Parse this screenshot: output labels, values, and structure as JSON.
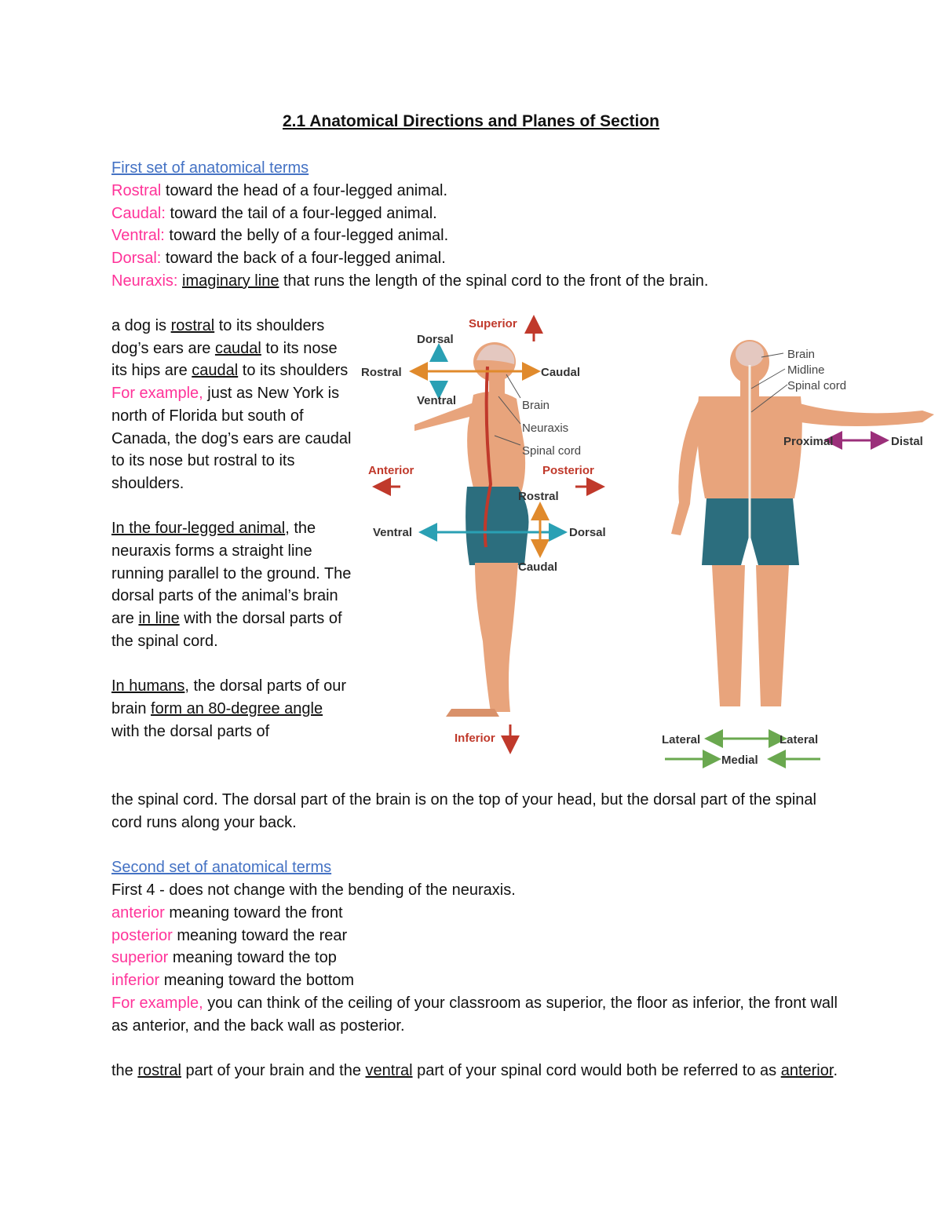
{
  "title": "2.1 Anatomical Directions and Planes of Section",
  "first_set": {
    "heading": "First set of anatomical terms",
    "terms": [
      {
        "term": "Rostral",
        "text": " toward the head of a four-legged animal."
      },
      {
        "term": "Caudal:",
        "text": " toward the tail of a four-legged animal."
      },
      {
        "term": "Ventral:",
        "text": " toward the belly of a four-legged animal."
      },
      {
        "term": "Dorsal:",
        "text": " toward the back of a four-legged animal."
      },
      {
        "term": "Neuraxis:",
        "u": "imaginary line",
        "text": " that runs the length of the spinal cord to the front of the brain."
      }
    ]
  },
  "dog_para": {
    "p1_a": "a dog is ",
    "p1_u1": "rostral",
    "p1_b": " to its shoulders dog’s ears are ",
    "p1_u2": "caudal",
    "p1_c": " to its nose its hips are ",
    "p1_u3": "caudal",
    "p1_d": " to its shoulders",
    "ex_label": "For example,",
    "ex_text": " just as New York is north of Florida but south of Canada, the dog’s ears are caudal to its nose but rostral to its shoulders."
  },
  "four_legged_para": {
    "u1": "In the four-legged animal",
    "a": ", the neuraxis forms a straight line running parallel to the ground. The dorsal parts of the animal’s brain are ",
    "u2": "in line",
    "b": " with the dorsal parts of the spinal cord."
  },
  "humans_para": {
    "u1": "In humans",
    "a": ", the dorsal parts of our brain ",
    "u2": "form an 80-degree angle",
    "b": " with the dorsal parts of",
    "cont": "the spinal cord. The dorsal part of the brain is on the top of your head, but the dorsal part of the spinal cord runs along your back."
  },
  "second_set": {
    "heading": "Second set of anatomical terms",
    "intro": "First 4 - does not change with the bending of the neuraxis.",
    "terms": [
      {
        "term": "anterior",
        "text": " meaning toward the front"
      },
      {
        "term": "posterior",
        "text": " meaning toward the rear"
      },
      {
        "term": "superior",
        "text": " meaning toward the top"
      },
      {
        "term": "inferior",
        "text": " meaning toward the bottom"
      }
    ],
    "ex_label": "For example,",
    "ex_text": " you can think of the ceiling of your classroom as superior, the floor as inferior, the front wall as anterior, and the back wall as posterior."
  },
  "last_para": {
    "a": "the ",
    "u1": "rostral",
    "b": " part of your brain and the ",
    "u2": "ventral",
    "c": " part of your spinal cord would both be referred to as ",
    "u3": "anterior",
    "d": "."
  },
  "figure": {
    "superior": "Superior",
    "dorsal_top": "Dorsal",
    "rostral_top": "Rostral",
    "caudal_top": "Caudal",
    "ventral_top": "Ventral",
    "brain_side": "Brain",
    "neuraxis_side": "Neuraxis",
    "spinal_side": "Spinal cord",
    "anterior": "Anterior",
    "posterior": "Posterior",
    "rostral_mid": "Rostral",
    "ventral_mid": "Ventral",
    "dorsal_mid": "Dorsal",
    "caudal_mid": "Caudal",
    "inferior": "Inferior",
    "brain_front": "Brain",
    "midline_front": "Midline",
    "spinal_front": "Spinal cord",
    "proximal": "Proximal",
    "distal": "Distal",
    "lateral_left": "Lateral",
    "lateral_right": "Lateral",
    "medial": "Medial",
    "colors": {
      "orange": "#e08a2c",
      "teal": "#2aa0b4",
      "red": "#c0392b",
      "purple": "#9b2f7a",
      "green": "#6aa84f",
      "skin": "#e8a47c",
      "shorts": "#2c6e7e"
    }
  }
}
